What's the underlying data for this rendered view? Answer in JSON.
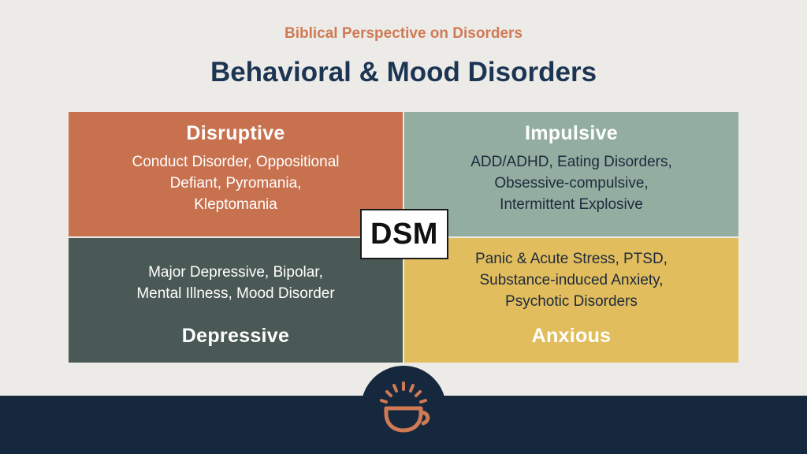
{
  "header": {
    "subtitle": "Biblical Perspective on Disorders",
    "title": "Behavioral & Mood Disorders"
  },
  "center_label": "DSM",
  "quadrants": {
    "disruptive": {
      "heading": "Disruptive",
      "lines": [
        "Conduct Disorder, Oppositional",
        "Defiant, Pyromania,",
        "Kleptomania"
      ],
      "color": "#c8714e"
    },
    "impulsive": {
      "heading": "Impulsive",
      "lines": [
        "ADD/ADHD, Eating Disorders,",
        "Obsessive-compulsive,",
        "Intermittent Explosive"
      ],
      "color": "#93ada1"
    },
    "depressive": {
      "heading": "Depressive",
      "lines": [
        "Major Depressive, Bipolar,",
        "Mental Illness, Mood Disorder"
      ],
      "color": "#4a5955"
    },
    "anxious": {
      "heading": "Anxious",
      "lines": [
        "Panic & Acute Stress, PTSD,",
        "Substance-induced Anxiety,",
        "Psychotic Disorders"
      ],
      "color": "#e2bd5d"
    }
  },
  "footer": {
    "logo_icon": "coffee-cup-sunrise-icon",
    "background": "#16283d",
    "accent": "#d07a55"
  }
}
